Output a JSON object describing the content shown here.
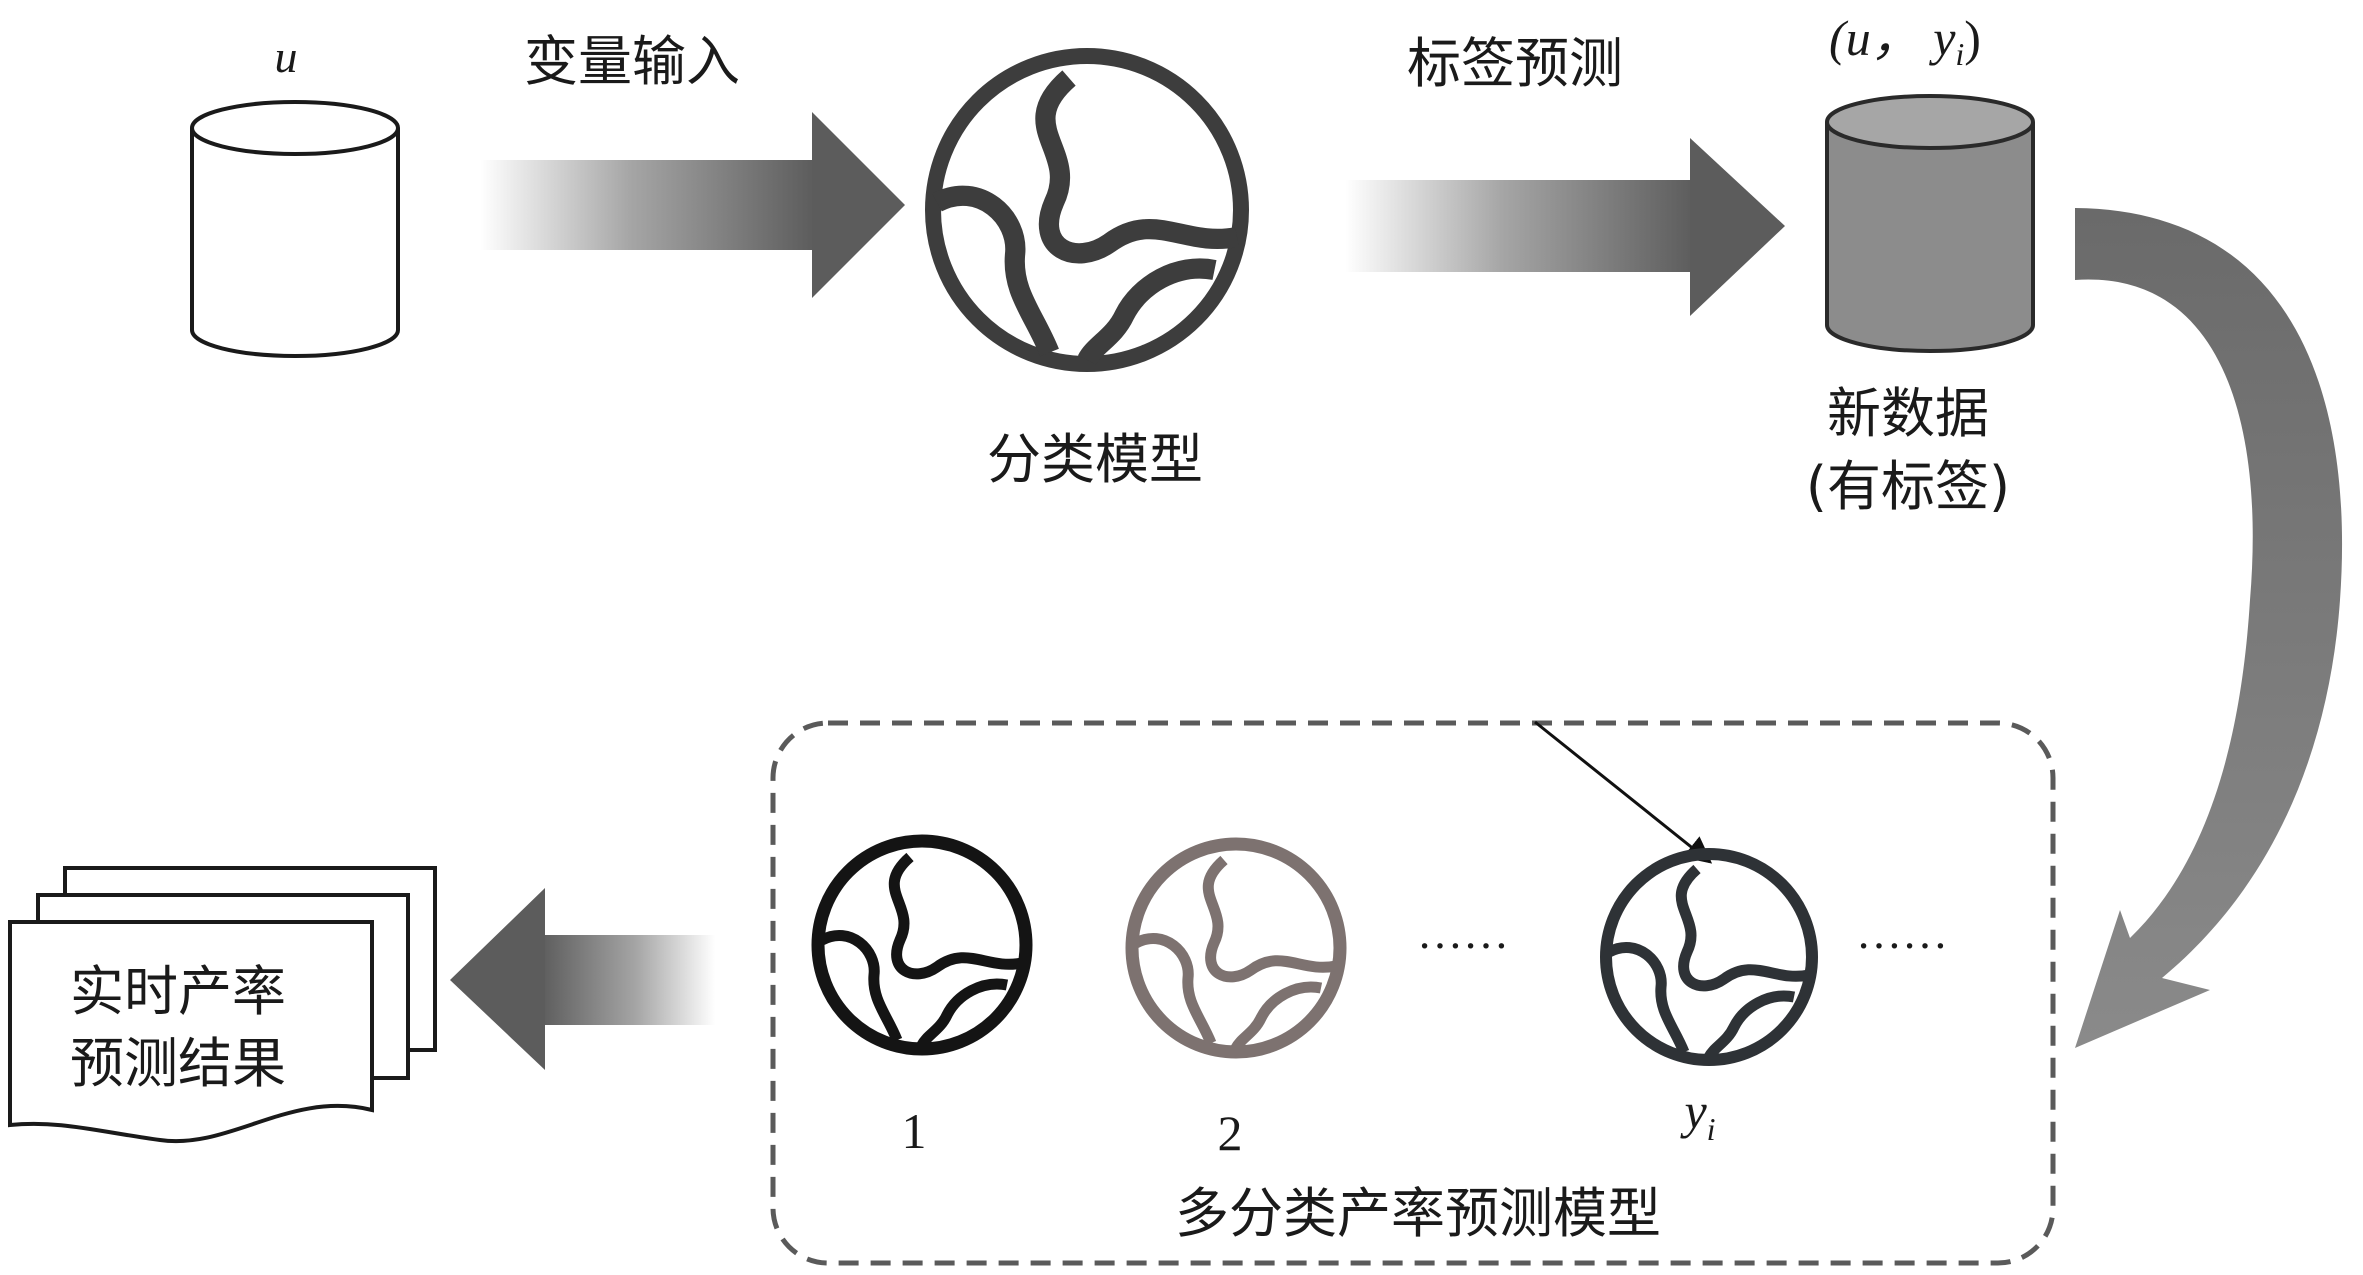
{
  "labels": {
    "input_var": "u",
    "variable_input": "变量输入",
    "label_prediction": "标签预测",
    "classification_model": "分类模型",
    "new_data_tuple": "(u， y",
    "new_data_tuple_sub": "i",
    "new_data_tuple_close": ")",
    "new_data_line1": "新数据",
    "new_data_line2": "(有标签)",
    "model_index_1": "1",
    "model_index_2": "2",
    "model_index_last": "y",
    "model_index_last_sub": "i",
    "ellipsis_1": "……",
    "ellipsis_2": "……",
    "multi_model": "多分类产率预测模型",
    "result_line1": "实时产率",
    "result_line2": "预测结果"
  },
  "colors": {
    "arrow_dark": "#5c5c5c",
    "globe_main": "#3d3d3d",
    "globe_1": "#141414",
    "globe_2": "#7d7270",
    "globe_yi": "#2e3236",
    "db_filled": "#8c8c8c",
    "dashed_border": "#5a5a5a"
  },
  "icons": {
    "input_db": "database-cylinder-icon",
    "output_db": "database-cylinder-filled-icon",
    "globe": "globe-icon",
    "documents": "stacked-documents-icon"
  }
}
